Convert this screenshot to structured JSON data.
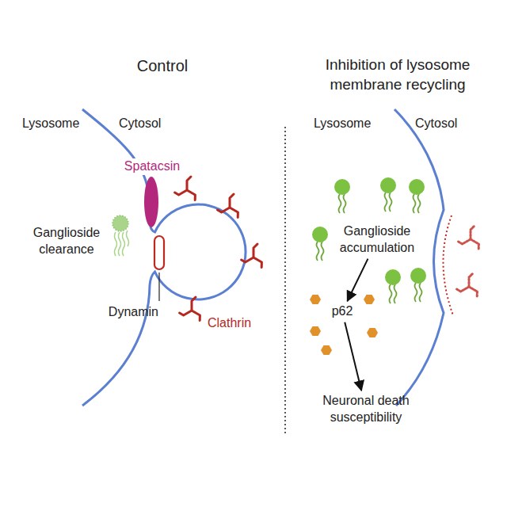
{
  "diagram": {
    "nodes": [
      {
        "text": [
          "Ganglioside accumulation"
        ]
      },
      {
        "text": [
          "p62"
        ]
      },
      {
        "text": [
          "Neuronal death susceptibility"
        ]
      }
    ],
    "edges": [
      {
        "from": 0,
        "to": 1,
        "arrow": "to"
      },
      {
        "from": 1,
        "to": 2,
        "arrow": "to"
      }
    ],
    "labels": [
      "Control",
      "Inhibition of lysosome membrane recycling",
      "Lysosome",
      "Cytosol",
      "Spatacsin",
      "Ganglioside clearance",
      "Dynamin",
      "Clathrin",
      "Lysosome",
      "Cytosol"
    ]
  }
}
